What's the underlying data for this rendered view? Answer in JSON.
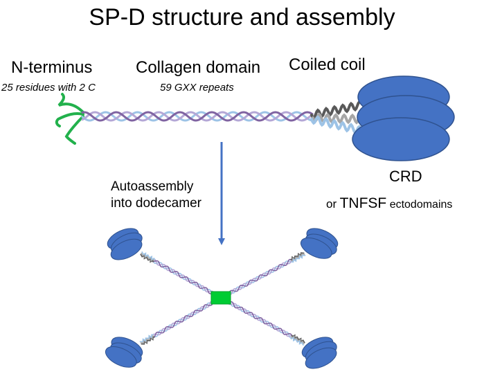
{
  "title": "SP-D structure and assembly",
  "labels": {
    "n_terminus": "N-terminus",
    "n_terminus_sub": "25 residues with 2 C",
    "collagen": "Collagen domain",
    "collagen_sub": "59 GXX repeats",
    "coiled_coil": "Coiled coil",
    "crd": "CRD",
    "tnfsf_or": "or",
    "tnfsf": "TNFSF",
    "tnfsf_suffix": "ectodomains",
    "autoassembly_line1": "Autoassembly",
    "autoassembly_line2": "into dodecamer"
  },
  "colors": {
    "crd_fill": "#4472C4",
    "crd_stroke": "#2F528F",
    "collagen_strand_1": "#8064A2",
    "collagen_strand_2": "#B4A7D6",
    "collagen_strand_3": "#9DC3E6",
    "coil_dark": "#595959",
    "coil_gray": "#A6A6A6",
    "coil_light": "#9DC3E6",
    "n_terminus": "#22B14C",
    "hub_fill": "#00CC33",
    "arrow": "#4472C4"
  }
}
